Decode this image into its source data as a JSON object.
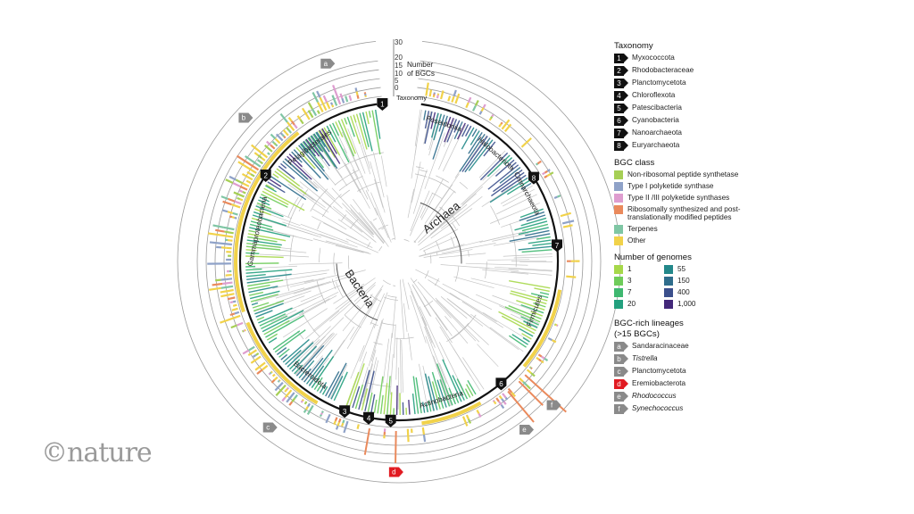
{
  "figure": {
    "scale": {
      "ticks": [
        "30",
        "20",
        "15",
        "10",
        "5",
        "0"
      ],
      "title_line1": "Number",
      "title_line2": "of BGCs",
      "taxonomy_label": "Taxonomy"
    },
    "domains": {
      "archaea": "Archaea",
      "bacteria": "Bacteria"
    },
    "clades": [
      {
        "label": "Pelagibacterales",
        "angle": -38
      },
      {
        "label": "Poseidoniia",
        "angle": 18
      },
      {
        "label": "Halobacteriota",
        "angle": 42
      },
      {
        "label": "Crenarchaeota",
        "angle": 62
      },
      {
        "label": "Firmicutes",
        "angle": 110
      },
      {
        "label": "Actinobacteria",
        "angle": 163
      },
      {
        "label": "Bacteroidota",
        "angle": 218
      },
      {
        "label": "Gammaproteobacteria",
        "angle": 282
      }
    ],
    "markers": [
      {
        "num": "1",
        "angle": -6
      },
      {
        "num": "2",
        "angle": 303
      },
      {
        "num": "3",
        "angle": 200
      },
      {
        "num": "4",
        "angle": 191
      },
      {
        "num": "5",
        "angle": 183
      },
      {
        "num": "6",
        "angle": 140
      },
      {
        "num": "7",
        "angle": 84
      },
      {
        "num": "8",
        "angle": 58
      }
    ],
    "lineage_tags": [
      {
        "letter": "a",
        "angle": -20,
        "color": "#8a8a8a"
      },
      {
        "letter": "b",
        "angle": -47,
        "color": "#8a8a8a"
      },
      {
        "letter": "c",
        "angle": 218,
        "color": "#8a8a8a"
      },
      {
        "letter": "d",
        "angle": 181,
        "color": "#e11b22"
      },
      {
        "letter": "e",
        "angle": 143,
        "color": "#8a8a8a"
      },
      {
        "letter": "f",
        "angle": 133,
        "color": "#8a8a8a"
      }
    ]
  },
  "legend": {
    "taxonomy": {
      "title": "Taxonomy",
      "items": [
        {
          "num": "1",
          "label": "Myxococcota"
        },
        {
          "num": "2",
          "label": "Rhodobacteraceae"
        },
        {
          "num": "3",
          "label": "Planctomycetota"
        },
        {
          "num": "4",
          "label": "Chloroflexota"
        },
        {
          "num": "5",
          "label": "Patescibacteria"
        },
        {
          "num": "6",
          "label": "Cyanobacteria"
        },
        {
          "num": "7",
          "label": "Nanoarchaeota"
        },
        {
          "num": "8",
          "label": "Euryarchaeota"
        }
      ]
    },
    "bgc_class": {
      "title": "BGC class",
      "items": [
        {
          "label": "Non-ribosomal peptide synthetase",
          "color": "#a6cf55"
        },
        {
          "label": "Type I polyketide synthase",
          "color": "#8fa2c8"
        },
        {
          "label": "Type II /III polyketide synthases",
          "color": "#de9dcf"
        },
        {
          "label": "Ribosomally synthesized and post-translationally modified peptides",
          "color": "#ea8a5c"
        },
        {
          "label": "Terpenes",
          "color": "#7fc6a4"
        },
        {
          "label": "Other",
          "color": "#f1d24a"
        }
      ]
    },
    "genomes": {
      "title": "Number of genomes",
      "left": [
        {
          "label": "1",
          "color": "#a6d84a"
        },
        {
          "label": "3",
          "color": "#6fcc5a"
        },
        {
          "label": "7",
          "color": "#3fb870"
        },
        {
          "label": "20",
          "color": "#23a07e"
        }
      ],
      "right": [
        {
          "label": "55",
          "color": "#23888a"
        },
        {
          "label": "150",
          "color": "#2f6d8c"
        },
        {
          "label": "400",
          "color": "#3b4f8c"
        },
        {
          "label": "1,000",
          "color": "#43287a"
        }
      ]
    },
    "lineages": {
      "title_line1": "BGC-rich lineages",
      "title_line2": "(>15 BGCs)",
      "items": [
        {
          "letter": "a",
          "label": "Sandaracinaceae",
          "color": "#8a8a8a",
          "italic": false
        },
        {
          "letter": "b",
          "label": "Tistrella",
          "color": "#8a8a8a",
          "italic": true
        },
        {
          "letter": "c",
          "label": "Planctomycetota",
          "color": "#8a8a8a",
          "italic": false
        },
        {
          "letter": "d",
          "label": "Eremiobacterota",
          "color": "#e11b22",
          "italic": false
        },
        {
          "letter": "e",
          "label": "Rhodococcus",
          "color": "#8a8a8a",
          "italic": true
        },
        {
          "letter": "f",
          "label": "Synechococcus",
          "color": "#8a8a8a",
          "italic": true
        }
      ]
    }
  },
  "logo": {
    "text": "©nature"
  }
}
